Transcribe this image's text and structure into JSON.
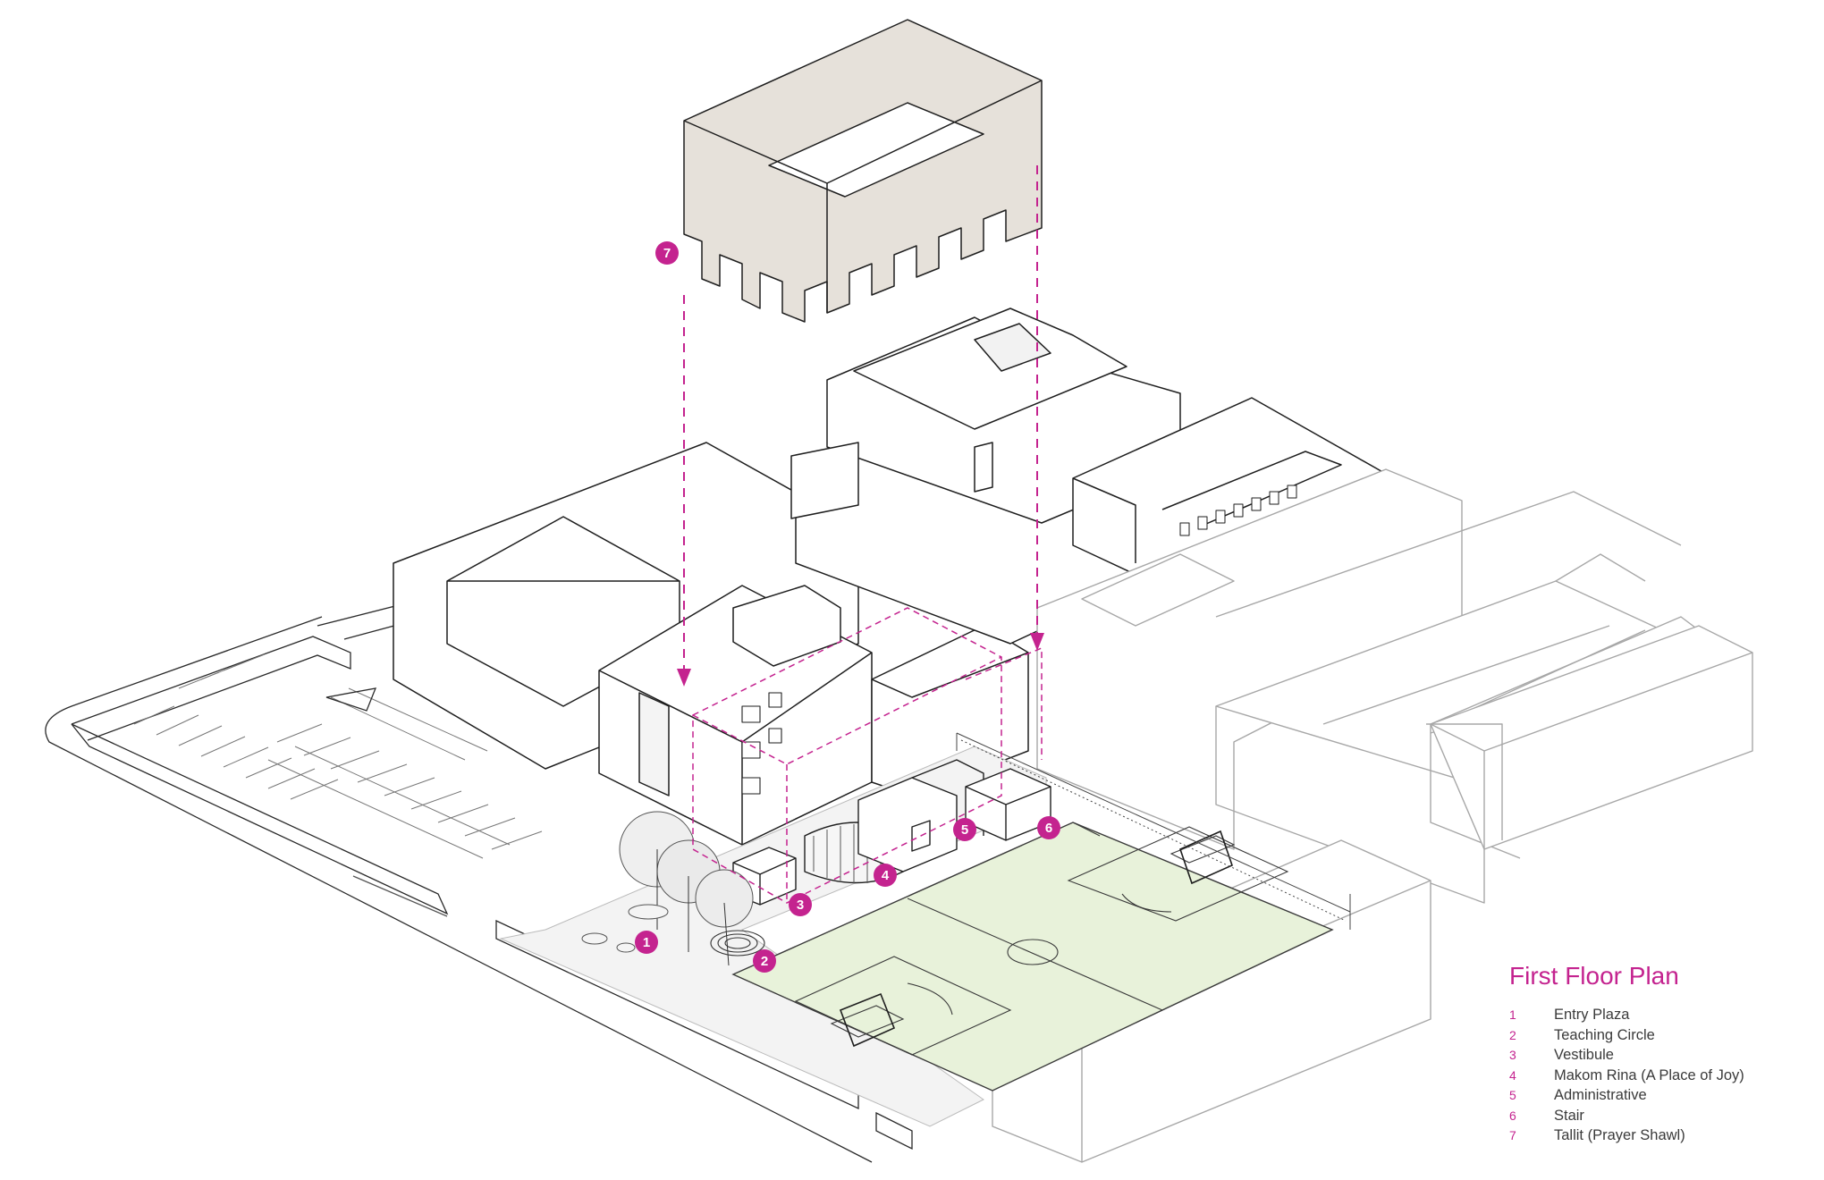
{
  "legend": {
    "title": "First Floor Plan",
    "items": [
      {
        "num": "1",
        "label": "Entry Plaza"
      },
      {
        "num": "2",
        "label": "Teaching Circle"
      },
      {
        "num": "3",
        "label": "Vestibule"
      },
      {
        "num": "4",
        "label": "Makom Rina (A Place of Joy)"
      },
      {
        "num": "5",
        "label": "Administrative"
      },
      {
        "num": "6",
        "label": "Stair"
      },
      {
        "num": "7",
        "label": "Tallit (Prayer Shawl)"
      }
    ]
  },
  "markers": [
    "1",
    "2",
    "3",
    "4",
    "5",
    "6",
    "7"
  ],
  "colors": {
    "accent": "#c4238f",
    "field": "#e8f2da",
    "tallit": "#e6e1da",
    "line": "#1e1e1e",
    "light_line": "#9a9a9a"
  }
}
